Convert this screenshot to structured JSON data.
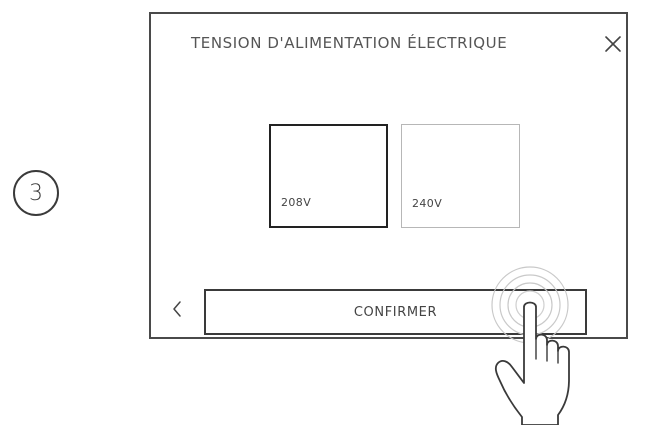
{
  "step": {
    "number": "3"
  },
  "dialog": {
    "title": "TENSION D'ALIMENTATION ÉLECTRIQUE",
    "close_icon": "close-icon",
    "options": [
      {
        "label": "208V",
        "selected": true
      },
      {
        "label": "240V",
        "selected": false
      }
    ],
    "back_icon": "chevron-left-icon",
    "confirm_label": "CONFIRMER"
  },
  "gesture": {
    "icon": "tap-hand-icon"
  },
  "colors": {
    "border": "#3a3a3a",
    "selected_border": "#222222",
    "unselected_border": "#b7b7b7",
    "text": "#444444"
  }
}
